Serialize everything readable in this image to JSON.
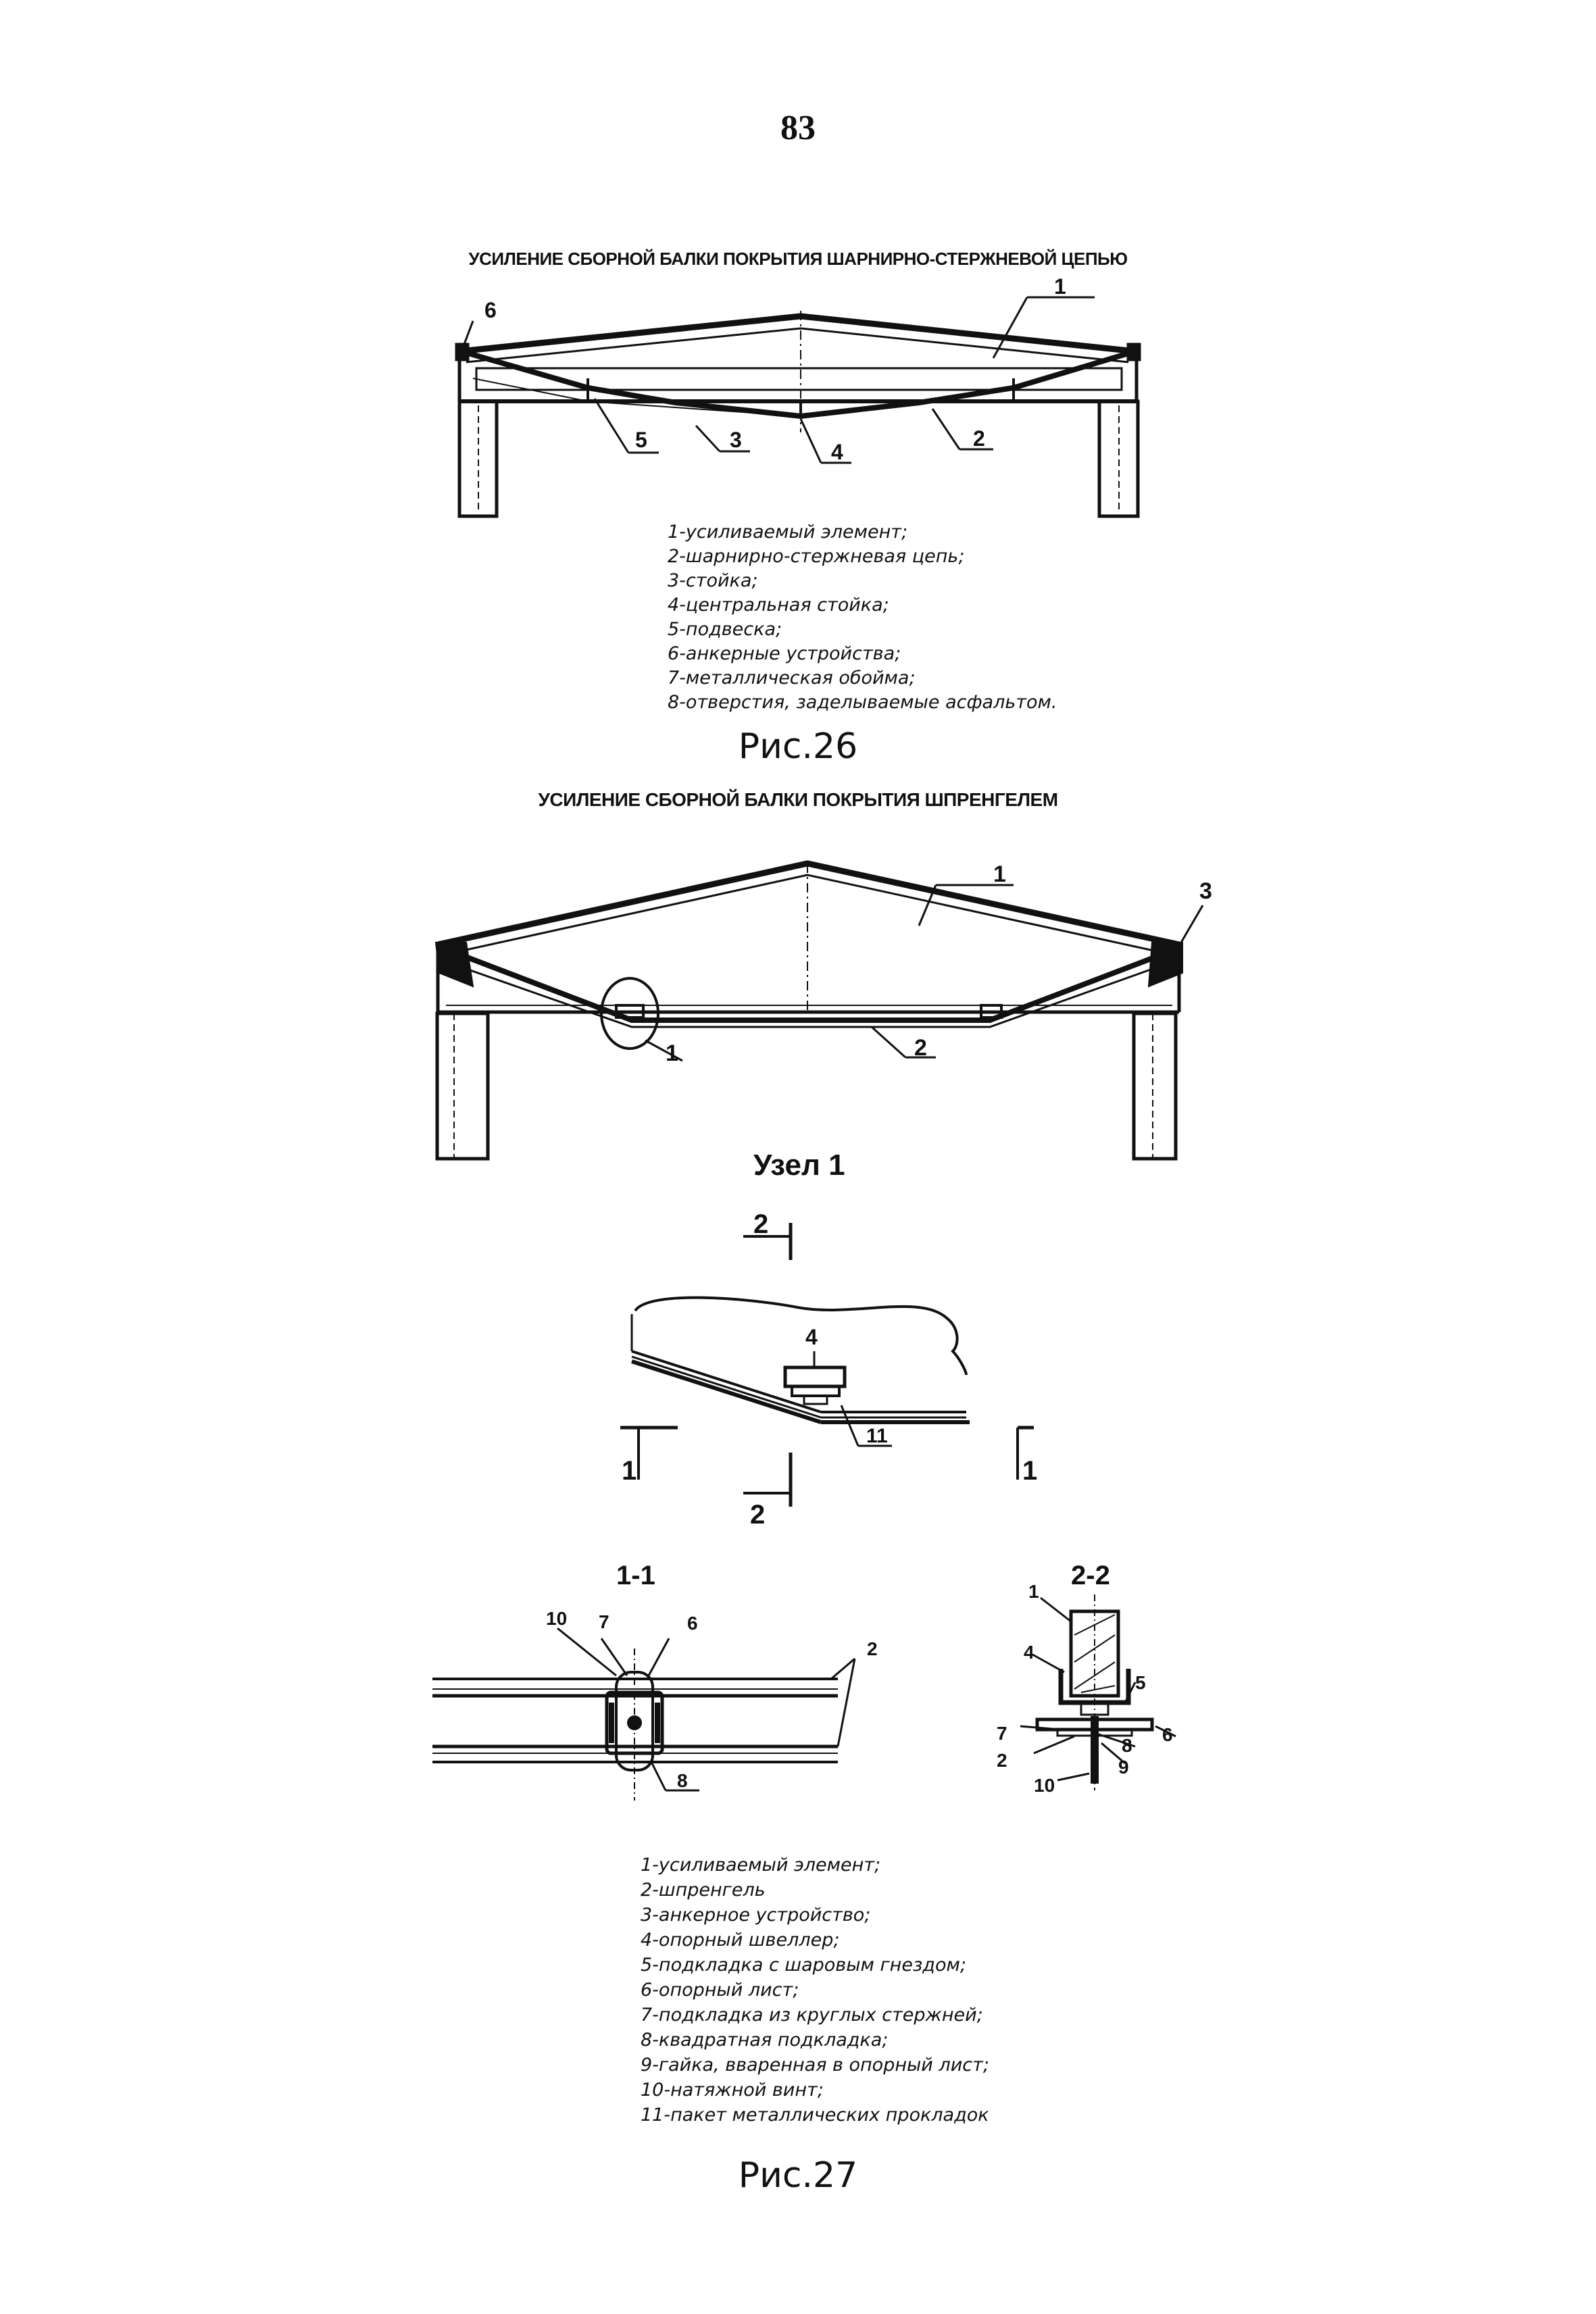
{
  "page_number": "83",
  "fig26": {
    "title": "УСИЛЕНИЕ СБОРНОЙ БАЛКИ ПОКРЫТИЯ ШАРНИРНО-СТЕРЖНЕВОЙ ЦЕПЬЮ",
    "callouts": [
      "6",
      "1",
      "5",
      "3",
      "4",
      "2"
    ],
    "legend": [
      "1-усиливаемый элемент;",
      "2-шарнирно-стержневая цепь;",
      "3-стойка;",
      "4-центральная стойка;",
      "5-подвеска;",
      "6-анкерные устройства;",
      "7-металлическая обойма;",
      "8-отверстия, заделываемые асфальтом."
    ],
    "caption": "Рис.26"
  },
  "fig27": {
    "title": "УСИЛЕНИЕ СБОРНОЙ БАЛКИ ПОКРЫТИЯ ШПРЕНГЕЛЕМ",
    "callouts": [
      "1",
      "3",
      "1",
      "2"
    ],
    "node_title": "Узел 1",
    "node_callouts": [
      "2",
      "4",
      "1",
      "11",
      "1",
      "2"
    ],
    "section_1_1": {
      "title": "1-1",
      "callouts": [
        "10",
        "7",
        "6",
        "2",
        "8"
      ]
    },
    "section_2_2": {
      "title": "2-2",
      "callouts": [
        "1",
        "4",
        "5",
        "7",
        "6",
        "2",
        "8",
        "9",
        "10"
      ]
    },
    "legend": [
      "1-усиливаемый элемент;",
      "2-шпренгель",
      "3-анкерное устройство;",
      "4-опорный швеллер;",
      "5-подкладка с шаровым гнездом;",
      "6-опорный лист;",
      "7-подкладка из круглых стержней;",
      "8-квадратная подкладка;",
      "9-гайка, вваренная в опорный лист;",
      "10-натяжной винт;",
      "11-пакет металлических прокладок"
    ],
    "caption": "Рис.27"
  }
}
